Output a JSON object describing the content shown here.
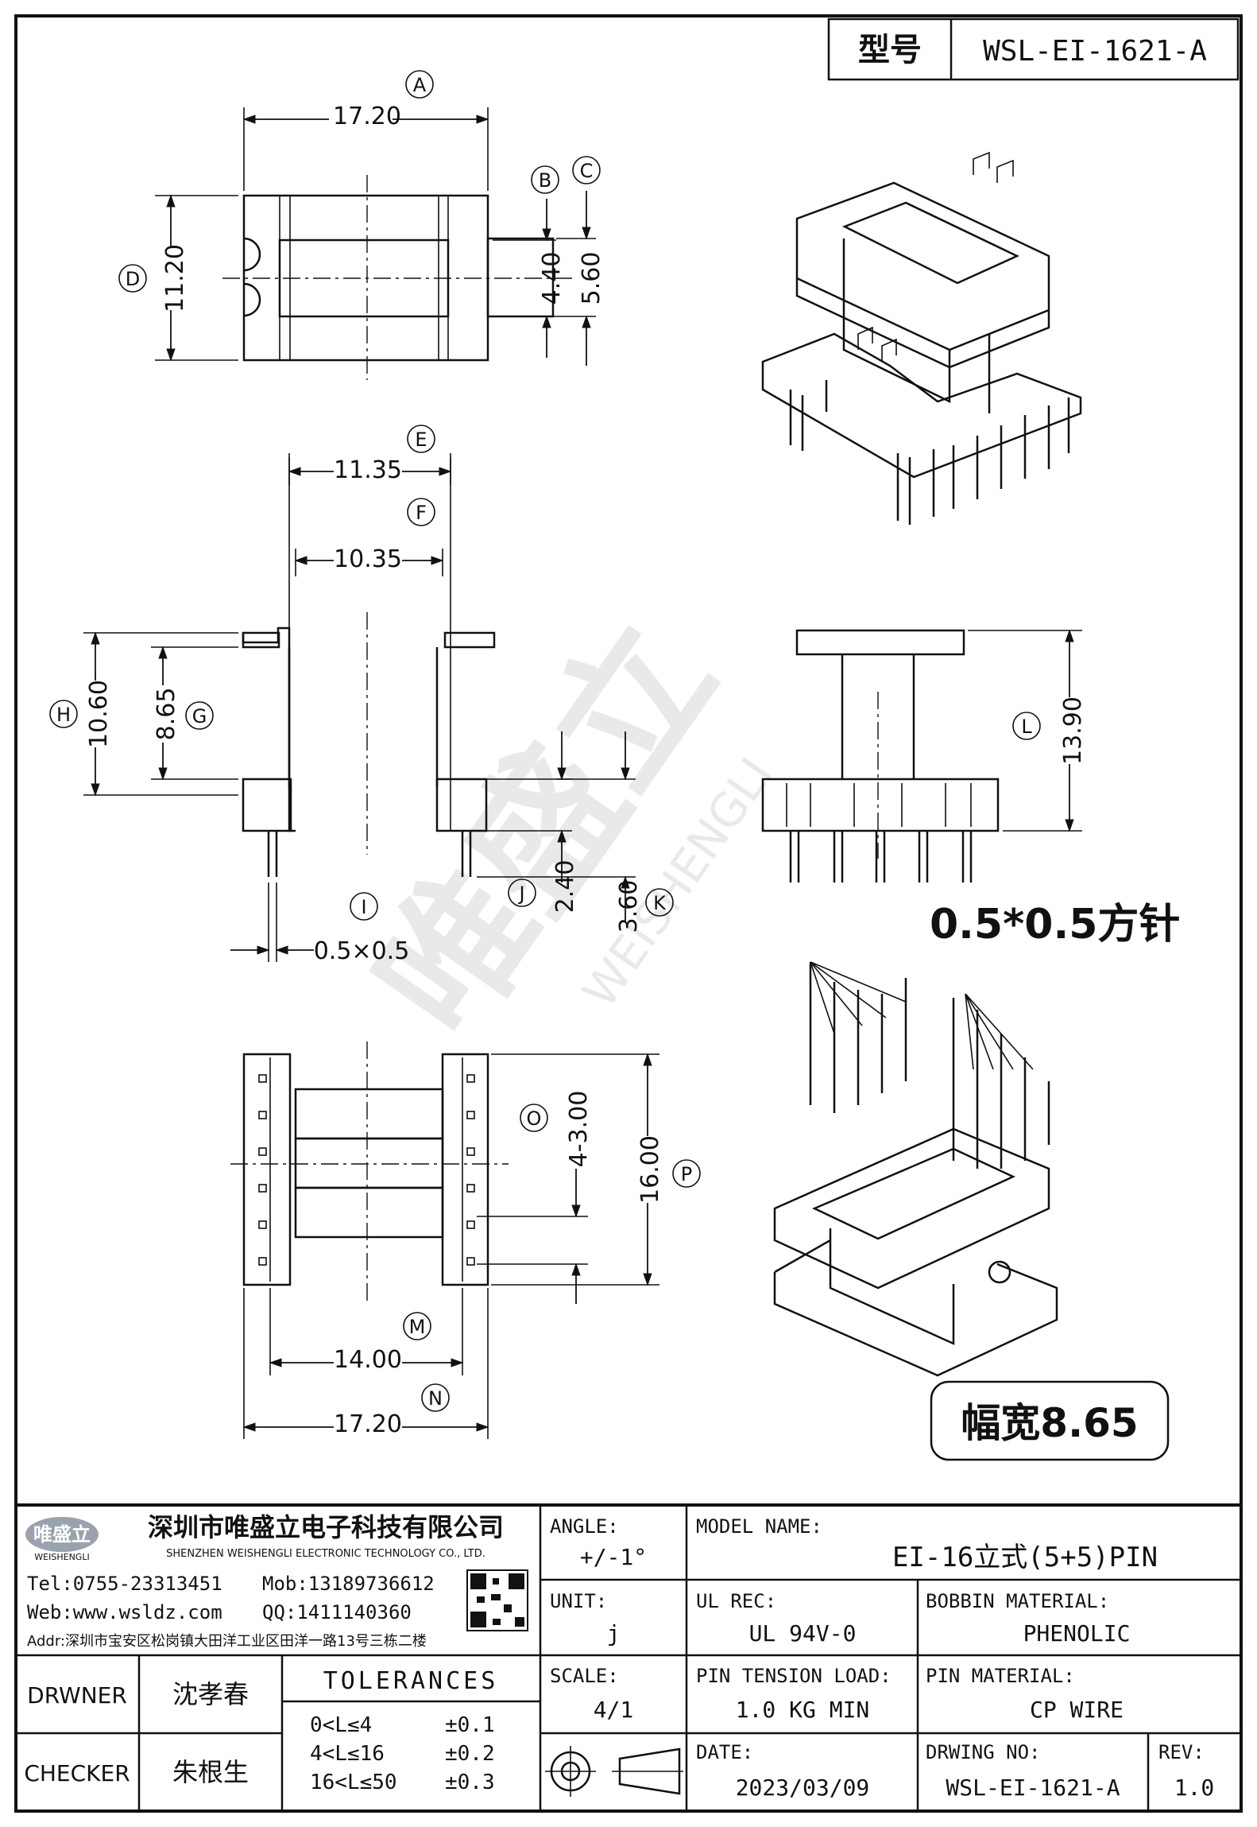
{
  "model_box": {
    "label": "型号",
    "value": "WSL-EI-1621-A"
  },
  "dimensions": {
    "A": "17.20",
    "B": "4.40",
    "C": "5.60",
    "D": "11.20",
    "E": "11.35",
    "F": "10.35",
    "G": "8.65",
    "H": "10.60",
    "I": "0.5×0.5",
    "J": "2.40",
    "K": "3.60",
    "L": "13.90",
    "M": "14.00",
    "N": "17.20",
    "O": "4-3.00",
    "P": "16.00"
  },
  "callouts": {
    "A": "A",
    "B": "B",
    "C": "C",
    "D": "D",
    "E": "E",
    "F": "F",
    "G": "G",
    "H": "H",
    "I": "I",
    "J": "J",
    "K": "K",
    "L": "L",
    "M": "M",
    "N": "N",
    "O": "O",
    "P": "P"
  },
  "pin_note": "0.5*0.5方针",
  "width_note": "幅宽8.65",
  "watermark": {
    "main": "唯盛立",
    "sub": "WEISHENGLI"
  },
  "company": {
    "logo_text": "唯盛立",
    "logo_sub": "WEISHENGLI",
    "name_cn": "深圳市唯盛立电子科技有限公司",
    "name_en": "SHENZHEN WEISHENGLI ELECTRONIC TECHNOLOGY CO., LTD.",
    "tel": "Tel:0755-23313451",
    "mob": "Mob:13189736612",
    "web": "Web:www.wsldz.com",
    "qq": "QQ:1411140360",
    "addr": "Addr:深圳市宝安区松岗镇大田洋工业区田洋一路13号三栋二楼"
  },
  "title_block": {
    "angle_label": "ANGLE:",
    "angle_value": "+/-1°",
    "model_label": "MODEL NAME:",
    "model_value": "EI-16立式(5+5)PIN",
    "unit_label": "UNIT:",
    "unit_value": "j",
    "ul_label": "UL REC:",
    "ul_value": "UL 94V-0",
    "bobbin_label": "BOBBIN MATERIAL:",
    "bobbin_value": "PHENOLIC",
    "scale_label": "SCALE:",
    "scale_value": "4/1",
    "tension_label": "PIN TENSION LOAD:",
    "tension_value": "1.0 KG MIN",
    "pinmat_label": "PIN MATERIAL:",
    "pinmat_value": "CP WIRE",
    "date_label": "DATE:",
    "date_value": "2023/03/09",
    "dwgno_label": "DRWING NO:",
    "dwgno_value": "WSL-EI-1621-A",
    "rev_label": "REV:",
    "rev_value": "1.0",
    "drawer_label": "DRWNER",
    "drawer_value": "沈孝春",
    "checker_label": "CHECKER",
    "checker_value": "朱根生",
    "tol_title": "TOLERANCES",
    "tol_rows": [
      {
        "range": "0<L≤4",
        "value": "±0.1"
      },
      {
        "range": "4<L≤16",
        "value": "±0.2"
      },
      {
        "range": "16<L≤50",
        "value": "±0.3"
      }
    ]
  }
}
